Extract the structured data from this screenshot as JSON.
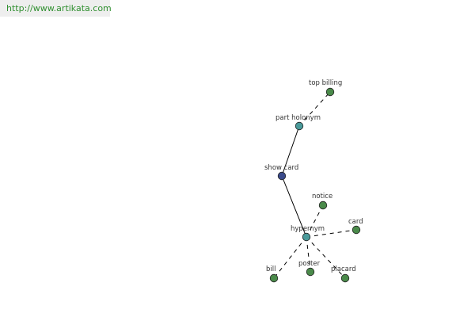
{
  "header": {
    "url_text": "http://www.artikata.com"
  },
  "graph": {
    "colors": {
      "center": "#3a4a8a",
      "relation": "#4a9a9a",
      "leaf": "#4a8a4a",
      "stroke": "#222222",
      "edge": "#000000"
    },
    "nodes": {
      "show_card": {
        "label": "show card",
        "kind": "center"
      },
      "part_holonym": {
        "label": "part holonym",
        "kind": "relation"
      },
      "hypernym": {
        "label": "hypernym",
        "kind": "relation"
      },
      "top_billing": {
        "label": "top billing",
        "kind": "leaf"
      },
      "notice": {
        "label": "notice",
        "kind": "leaf"
      },
      "card": {
        "label": "card",
        "kind": "leaf"
      },
      "bill": {
        "label": "bill",
        "kind": "leaf"
      },
      "poster": {
        "label": "poster",
        "kind": "leaf"
      },
      "placard": {
        "label": "placard",
        "kind": "leaf"
      }
    },
    "edges": [
      {
        "from": "show_card",
        "to": "part_holonym",
        "style": "solid"
      },
      {
        "from": "show_card",
        "to": "hypernym",
        "style": "solid"
      },
      {
        "from": "part_holonym",
        "to": "top_billing",
        "style": "dashed"
      },
      {
        "from": "hypernym",
        "to": "notice",
        "style": "dashed"
      },
      {
        "from": "hypernym",
        "to": "card",
        "style": "dashed"
      },
      {
        "from": "hypernym",
        "to": "bill",
        "style": "dashed"
      },
      {
        "from": "hypernym",
        "to": "poster",
        "style": "dashed"
      },
      {
        "from": "hypernym",
        "to": "placard",
        "style": "dashed"
      }
    ]
  }
}
